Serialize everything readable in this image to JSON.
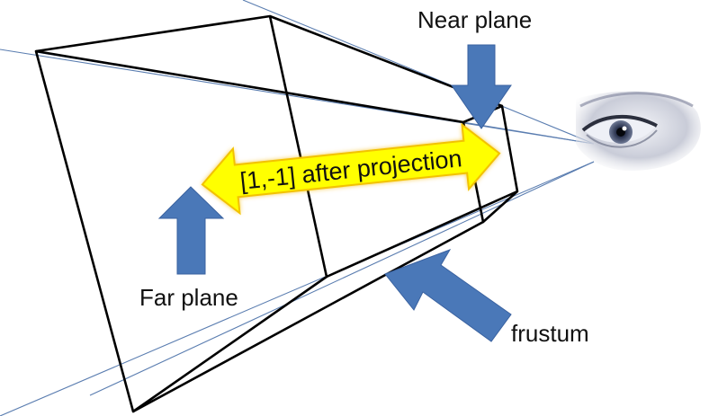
{
  "labels": {
    "near_plane": "Near plane",
    "far_plane": "Far plane",
    "frustum": "frustum",
    "projection_range": "[1,-1] after projection"
  },
  "colors": {
    "arrow_fill": "#4a78b8",
    "banner_fill": "#ffff00",
    "banner_glow": "#f5b800",
    "edge": "#000000",
    "sight_line": "#5a7db0"
  },
  "icons": {
    "viewer": "eye-icon"
  }
}
